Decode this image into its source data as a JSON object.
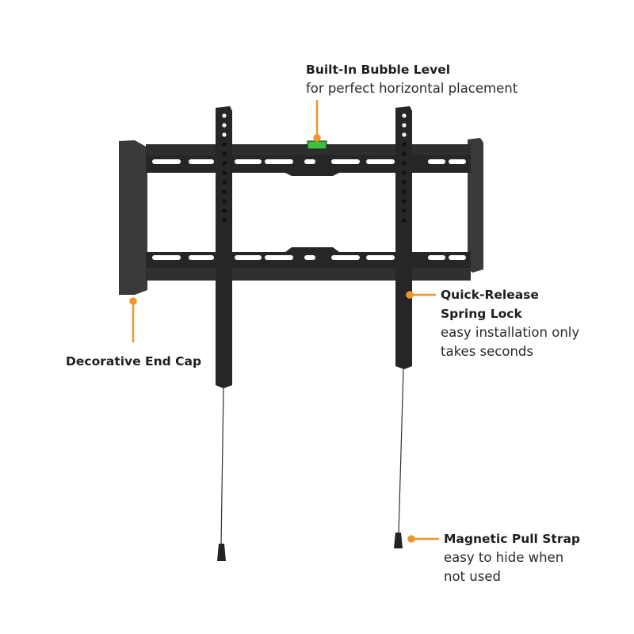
{
  "colors": {
    "accent": "#f0952c",
    "metal": "#2b2b2b",
    "text": "#1e1e1e"
  },
  "callouts": {
    "bubble_level": {
      "title": "Built-In Bubble Level",
      "desc": "for perfect horizontal placement"
    },
    "end_cap": {
      "title": "Decorative End Cap"
    },
    "spring_lock": {
      "title_line1": "Quick-Release",
      "title_line2": "Spring Lock",
      "desc_line1": "easy installation only",
      "desc_line2": "takes seconds"
    },
    "pull_strap": {
      "title": "Magnetic Pull Strap",
      "desc_line1": "easy to hide when",
      "desc_line2": "not used"
    }
  }
}
